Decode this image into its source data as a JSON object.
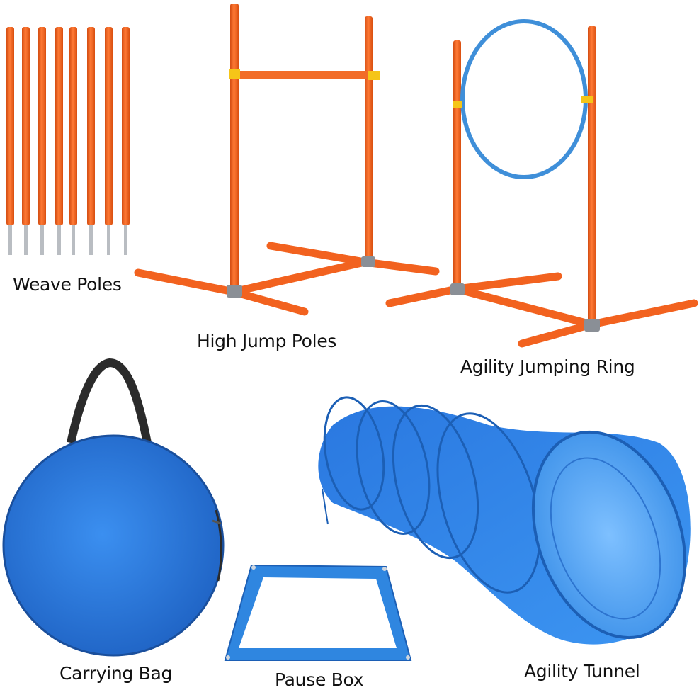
{
  "labels": {
    "weave_poles": "Weave Poles",
    "high_jump_poles": "High Jump Poles",
    "agility_jumping_ring": "Agility Jumping Ring",
    "carrying_bag": "Carrying Bag",
    "pause_box": "Pause Box",
    "agility_tunnel": "Agility Tunnel"
  },
  "colors": {
    "pole_orange": "#f2621f",
    "base_gray": "#8a8f96",
    "clip_yellow": "#f5c518",
    "ring_blue": "#3f8fd9",
    "fabric_blue": "#2f7fdc",
    "fabric_dark": "#1c5fb5",
    "bag_strap": "#2b2b2b"
  }
}
